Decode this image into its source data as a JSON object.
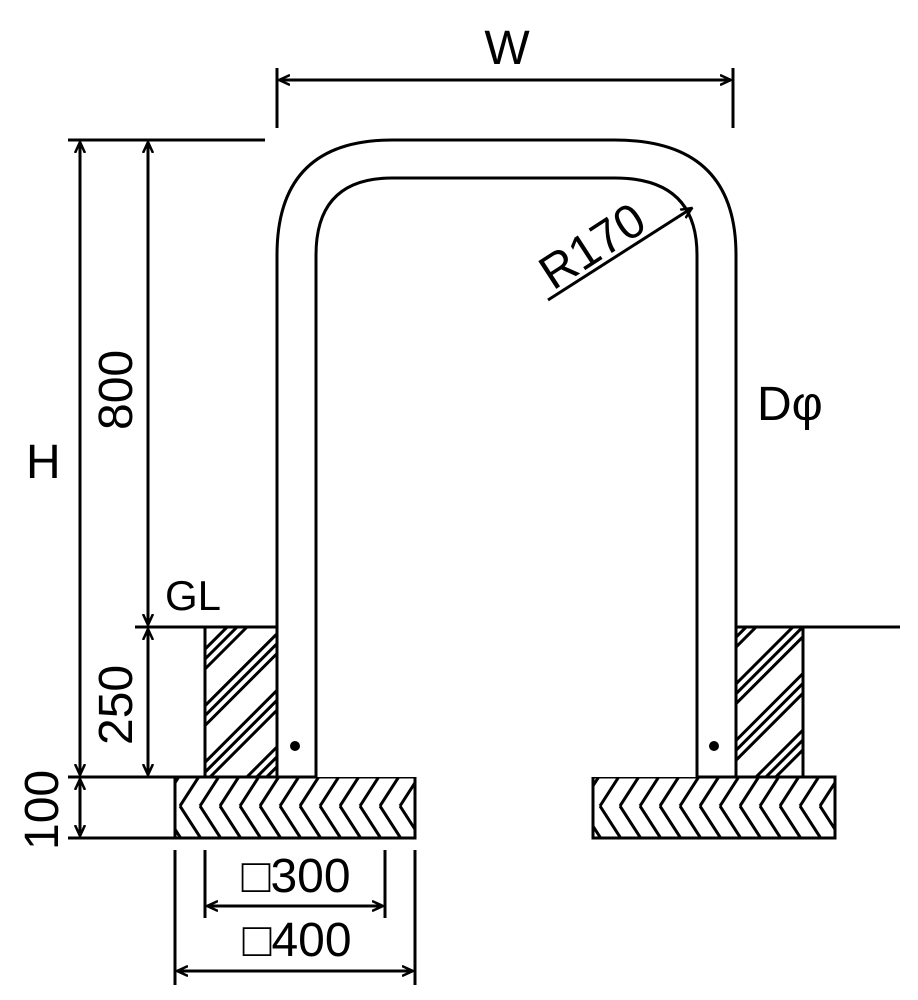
{
  "labels": {
    "width": "W",
    "height": "H",
    "radius": "R170",
    "pipe_diameter": "Dφ",
    "ground_level": "GL",
    "above_ground": "800",
    "embed_depth": "250",
    "footing_thickness": "100",
    "inner_square": "□300",
    "outer_square": "□400"
  },
  "colors": {
    "ink": "#000000",
    "paper": "#ffffff"
  }
}
